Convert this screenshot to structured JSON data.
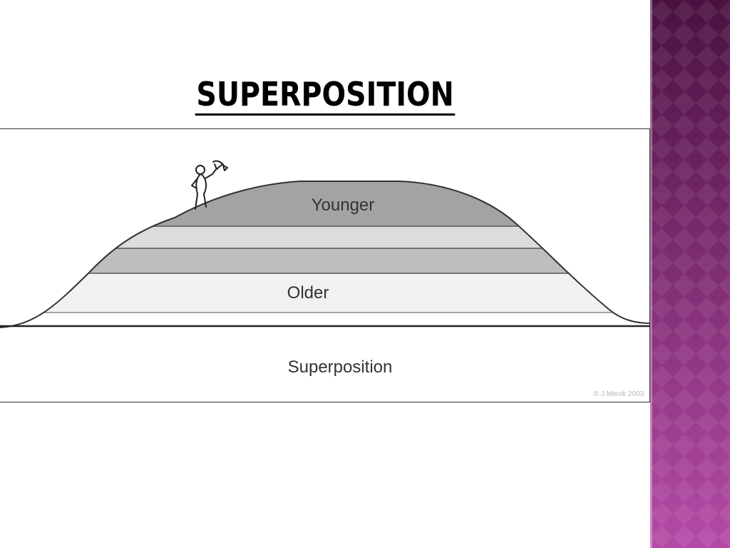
{
  "slide": {
    "title": "SUPERPOSITION"
  },
  "diagram": {
    "layers": {
      "younger_label": "Younger",
      "older_label": "Older"
    },
    "caption": "Superposition",
    "credit": "© J Merck 2003",
    "figure_icon": "geologist-with-hammer-icon"
  },
  "theme": {
    "side_band_top": "#4a1140",
    "side_band_bottom": "#b44aa6",
    "layer_dark": "#a3a3a3",
    "layer_light": "#dcdcdc",
    "layer_mid": "#bebebe",
    "layer_pale": "#f1f1f1"
  }
}
